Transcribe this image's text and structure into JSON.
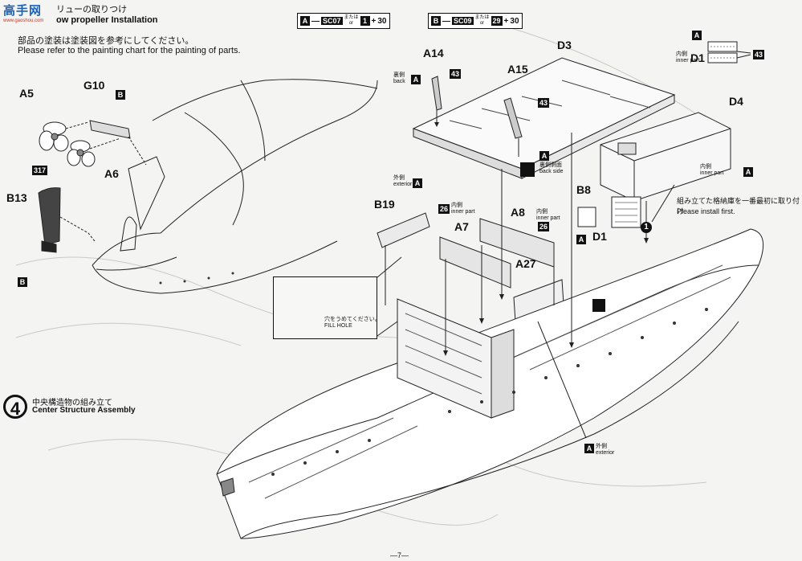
{
  "logo": {
    "text": "高手网",
    "url": "www.gaoshou.com"
  },
  "header": {
    "title_jp": "リューの取りつけ",
    "title_en": "ow propeller Installation"
  },
  "note": {
    "jp": "部品の塗装は塗装図を参考にしてください。",
    "en": "Please refer to the painting chart for the painting of parts."
  },
  "legend": [
    {
      "key": "A",
      "sprue": "SC07",
      "or_jp": "または",
      "or_en": "or",
      "parts_a": "1",
      "parts_b": "30"
    },
    {
      "key": "B",
      "sprue": "SC09",
      "or_jp": "または",
      "or_en": "or",
      "parts_a": "29",
      "parts_b": "30"
    }
  ],
  "parts": {
    "A5": "A5",
    "G10": "G10",
    "B_g10": "B",
    "A6": "A6",
    "n317": "317",
    "B13": "B13",
    "B_b13": "B",
    "A14": "A14",
    "A15": "A15",
    "D3": "D3",
    "D4": "D4",
    "D1_top": "D1",
    "D1": "D1",
    "B8": "B8",
    "B19": "B19",
    "A7": "A7",
    "A8": "A8",
    "A27": "A27",
    "n43": "43",
    "n26": "26"
  },
  "labels": {
    "back_jp": "裏側",
    "back_en": "back",
    "backside_jp": "裏側側面",
    "backside_en": "back side",
    "inner_jp": "内側",
    "inner_en": "inner part",
    "exterior_jp": "外側",
    "exterior_en": "exterior"
  },
  "first_note": {
    "jp": "組み立てた格納庫を一番最初に取り付け",
    "en": "Please install first.",
    "num": "1"
  },
  "fill_hole": {
    "jp": "穴をうめてください。",
    "en": "FILL HOLE"
  },
  "step": {
    "num": "4",
    "jp": "中央構造物の組み立て",
    "en": "Center Structure Assembly"
  },
  "page": {
    "number": "—7—"
  }
}
